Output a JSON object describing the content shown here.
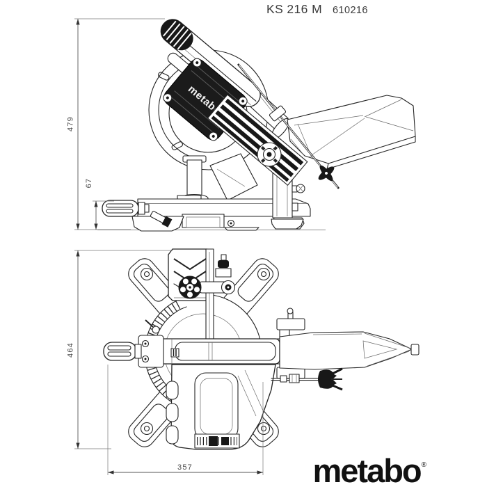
{
  "page": {
    "background": "#ffffff",
    "line_color": "#232323",
    "dimension_color": "#4a4a4a",
    "title_color": "#3b3b3b",
    "logo_color": "#111111"
  },
  "header": {
    "model": "KS 216 M",
    "article_number": "610216"
  },
  "side_view": {
    "dimensions": {
      "overall_height_mm": "479",
      "base_height_mm": "67"
    }
  },
  "top_view": {
    "dimensions": {
      "overall_depth_mm": "464",
      "base_width_mm": "357"
    }
  },
  "branding": {
    "wordmark": "metabo",
    "registered_mark": "®",
    "motor_plate_label": "metabo"
  }
}
